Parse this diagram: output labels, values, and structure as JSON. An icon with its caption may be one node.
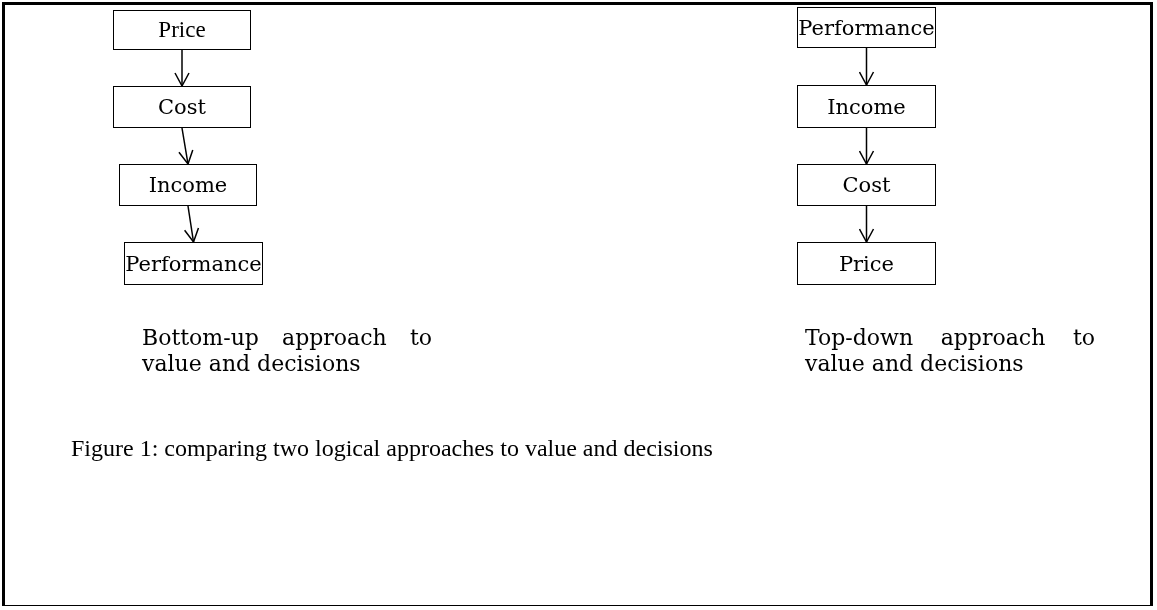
{
  "diagram": {
    "caption": "Figure 1: comparing two logical approaches to value and decisions",
    "nodes": [
      {
        "text": [
          "Price"
        ]
      },
      {
        "text": [
          "Cost"
        ]
      },
      {
        "text": [
          "Income"
        ]
      },
      {
        "text": [
          "Performance"
        ]
      },
      {
        "text": [
          "Performance"
        ]
      },
      {
        "text": [
          "Income"
        ]
      },
      {
        "text": [
          "Cost"
        ]
      },
      {
        "text": [
          "Price"
        ]
      }
    ],
    "edges": [
      {
        "from": 0,
        "to": 1,
        "arrow": "to"
      },
      {
        "from": 1,
        "to": 2,
        "arrow": "to"
      },
      {
        "from": 2,
        "to": 3,
        "arrow": "to"
      },
      {
        "from": 4,
        "to": 5,
        "arrow": "to"
      },
      {
        "from": 5,
        "to": 6,
        "arrow": "to"
      },
      {
        "from": 6,
        "to": 7,
        "arrow": "to"
      }
    ],
    "labels": [
      "Bottom-up approach to value and decisions",
      "Top-down approach to value and decisions"
    ]
  }
}
